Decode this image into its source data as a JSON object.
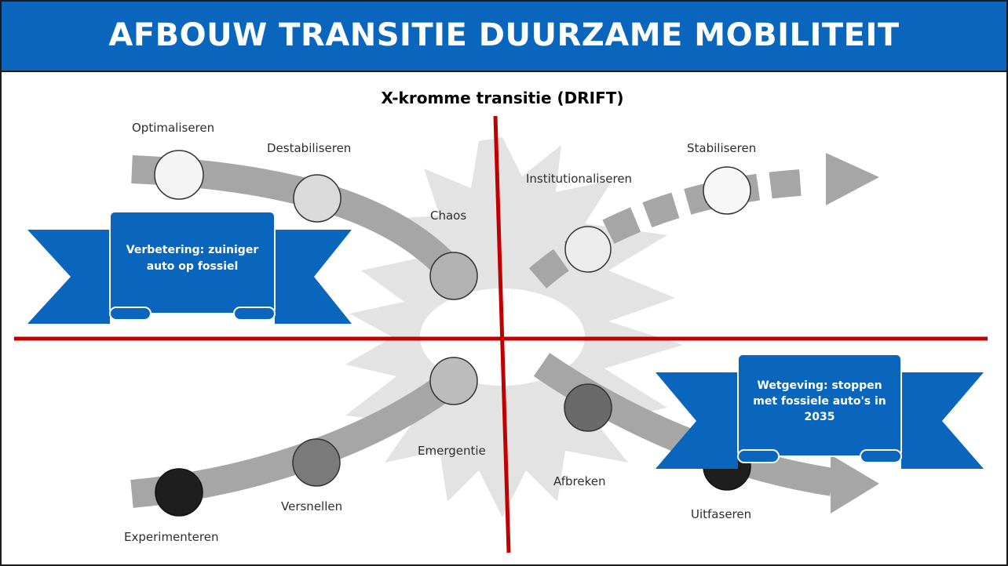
{
  "title": "AFBOUW TRANSITIE DUURZAME MOBILITEIT",
  "subtitle": "X-kromme transitie (DRIFT)",
  "phases": {
    "optimaliseren": "Optimaliseren",
    "destabiliseren": "Destabiliseren",
    "chaos": "Chaos",
    "institutionaliseren": "Institutionaliseren",
    "stabiliseren": "Stabiliseren",
    "emergentie": "Emergentie",
    "versnellen": "Versnellen",
    "experimenteren": "Experimenteren",
    "afbreken": "Afbreken",
    "uitfaseren": "Uitfaseren"
  },
  "banners": {
    "left": {
      "line1": "Verbetering: zuiniger",
      "line2": "auto op fossiel"
    },
    "right": {
      "line1": "Wetgeving: stoppen",
      "line2": "met fossiele auto's in",
      "line3": "2035"
    }
  },
  "colors": {
    "title_bar": "#0a66bd",
    "banner": "#0a66bd",
    "divider_lines": "#c00000",
    "curve": "#a6a6a6",
    "starburst": "#e3e3e3"
  }
}
